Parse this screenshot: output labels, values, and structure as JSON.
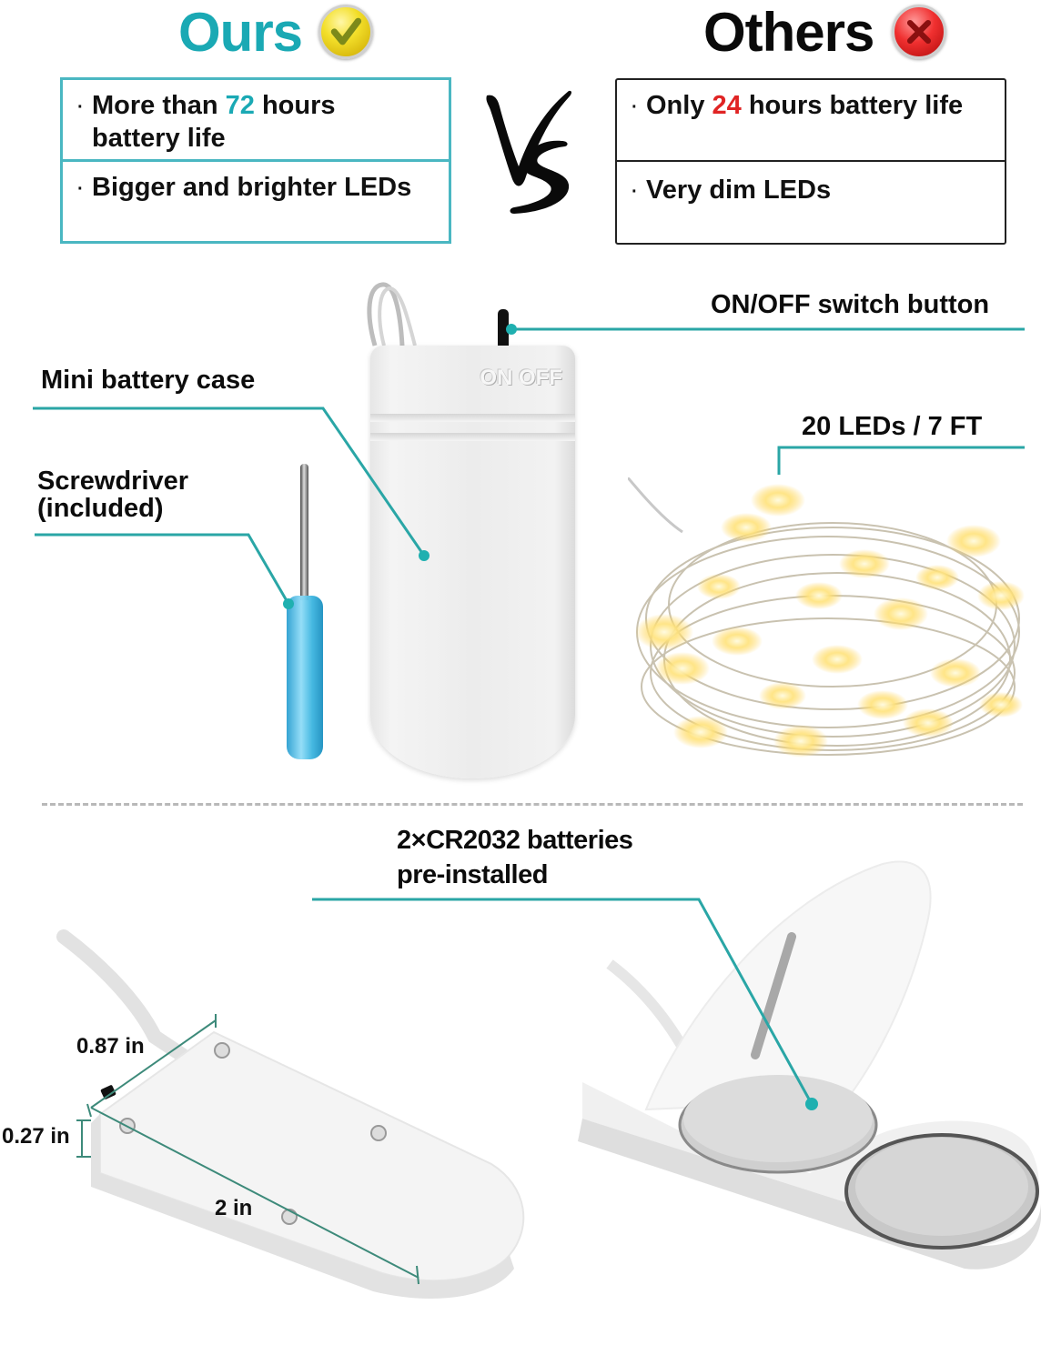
{
  "comparison": {
    "ours": {
      "title": "Ours",
      "badge_icon": "check-icon",
      "accent_color": "#1aa9b4",
      "items": [
        {
          "bullet": "·",
          "pre": "More than ",
          "highlight": "72",
          "post": " hours",
          "line2": "battery life"
        },
        {
          "bullet": "·",
          "text": "Bigger and brighter LEDs"
        }
      ]
    },
    "vs_label": "VS",
    "others": {
      "title": "Others",
      "badge_icon": "x-icon",
      "accent_color": "#e02424",
      "items": [
        {
          "bullet": "·",
          "pre": "Only ",
          "highlight": "24",
          "post": " hours battery life"
        },
        {
          "bullet": "·",
          "text": "Very dim LEDs"
        }
      ]
    }
  },
  "product": {
    "case_embossed_label": "ON  OFF",
    "callouts": {
      "switch": "ON/OFF switch button",
      "battery_case": "Mini battery case",
      "screwdriver_line1": "Screwdriver",
      "screwdriver_line2": "(included)",
      "leds": "20 LEDs / 7 FT"
    }
  },
  "details": {
    "batteries_line1": "2×CR2032 batteries",
    "batteries_line2": "pre-installed",
    "dimensions": {
      "width": "0.87 in",
      "height": "0.27 in",
      "length": "2 in"
    }
  },
  "colors": {
    "teal_line": "#2aa6a6",
    "teal_box": "#4ab7c2",
    "divider": "#b9b9b9"
  }
}
